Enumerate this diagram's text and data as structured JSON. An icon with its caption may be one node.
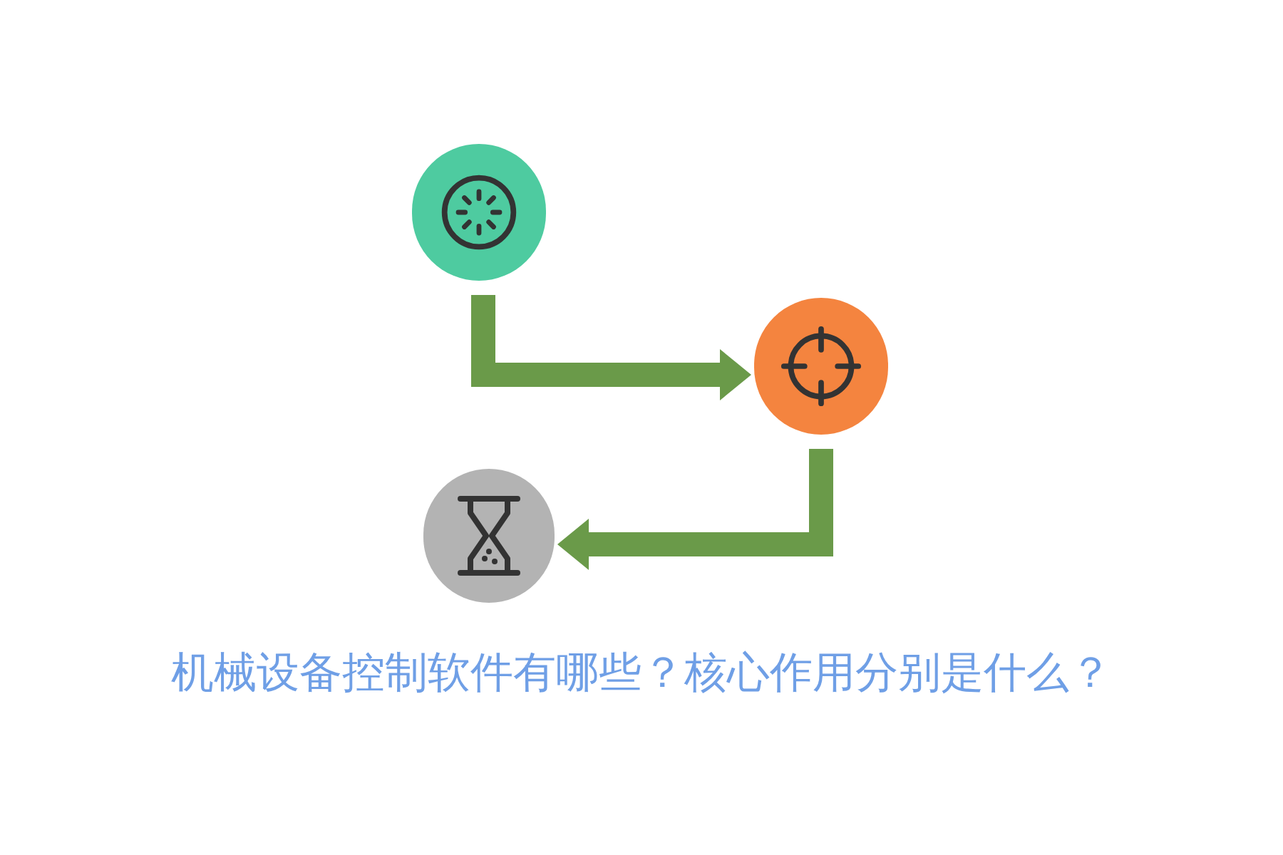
{
  "diagram": {
    "title": "机械设备控制软件有哪些？核心作用分别是什么？",
    "nodes": [
      {
        "text": [],
        "shape": "circle"
      },
      {
        "text": [],
        "shape": "circle"
      },
      {
        "text": [],
        "shape": "circle"
      }
    ],
    "edges": [
      {
        "from": 0,
        "to": 1,
        "arrow": "to"
      },
      {
        "from": 1,
        "to": 2,
        "arrow": "to"
      }
    ]
  }
}
